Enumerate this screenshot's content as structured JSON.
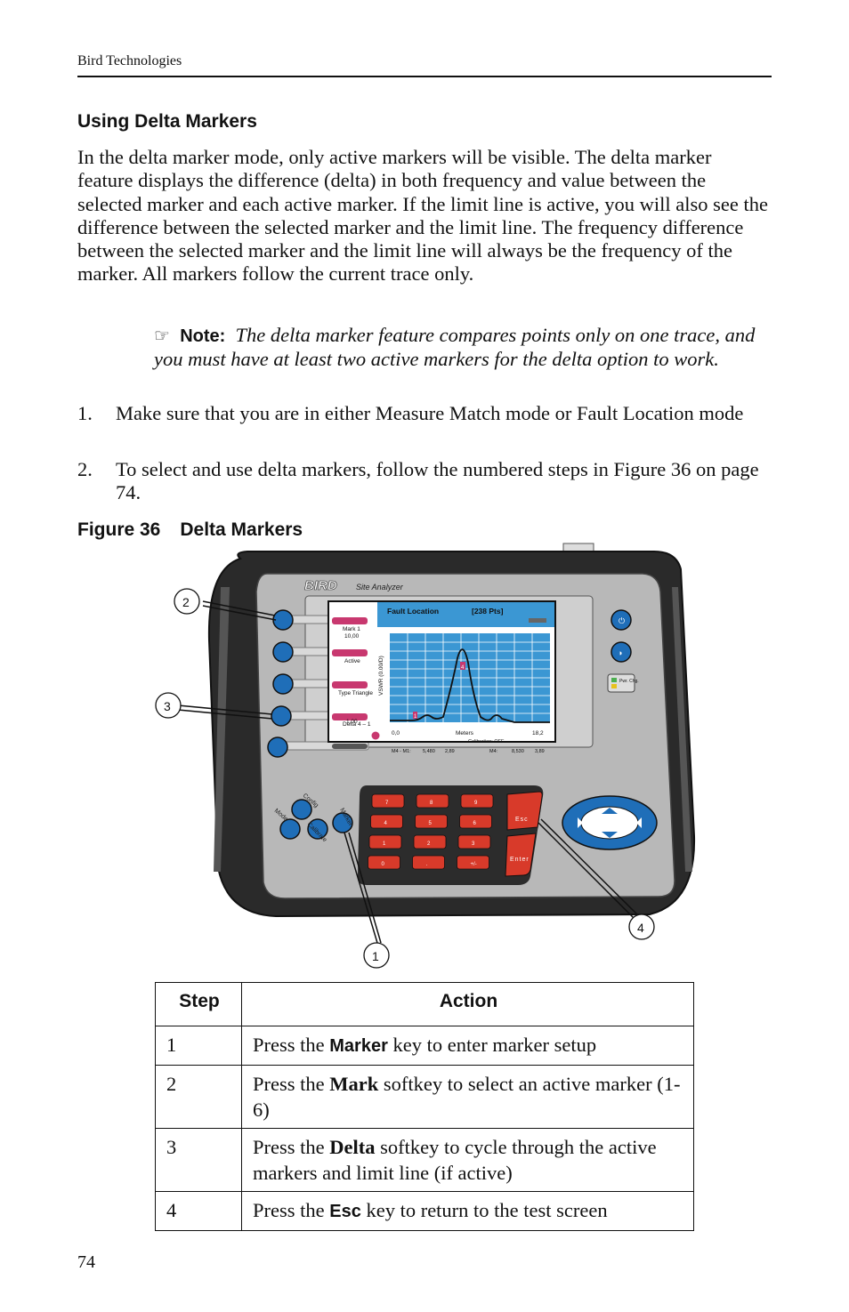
{
  "header": {
    "company": "Bird Technologies"
  },
  "section": {
    "title": "Using Delta Markers"
  },
  "intro": "In the delta marker mode, only active markers will be visible. The delta marker feature displays the difference (delta) in both frequency and value between the selected marker and each active marker. If the limit line is active, you will also see the difference between the selected marker and the limit line. The frequency difference between the selected marker and the limit line will always be the frequency of the marker. All markers follow the current trace only.",
  "note": {
    "icon": "pointing-hand-icon",
    "label": "Note:",
    "text": "The delta marker feature compares points only on one trace, and you must have at least two active markers for the delta option to work."
  },
  "steps_list": [
    {
      "num": "1.",
      "text": "Make sure that you are in either Measure Match mode or Fault Location mode"
    },
    {
      "num": "2.",
      "text": "To select and use delta markers, follow the numbered steps in Figure 36 on page 74."
    }
  ],
  "figure": {
    "number": "Figure 36",
    "title": "Delta Markers",
    "device": {
      "brand": "BIRD",
      "model": "Site Analyzer",
      "screen_title": "Fault Location",
      "points": "[238 Pts]",
      "softkeys": [
        "Mark 1",
        "Active",
        "Type Triangle",
        "Delta 4 – 1",
        ""
      ],
      "y_top": "10,00",
      "y_bottom": "1,00",
      "y_label": "VSWR (0.00/D)",
      "x_left": "0,0",
      "x_label": "Meters",
      "x_right": "18,2",
      "calibration": "Calibration: OFF",
      "readout_left_label": "M4 - M1:",
      "readout_left_v1": "5,480",
      "readout_left_v2": "2,89",
      "readout_right_label": "M4:",
      "readout_right_v1": "8,530",
      "readout_right_v2": "3,89",
      "marker_flags": [
        "1",
        "4"
      ],
      "round_keys": [
        "Config",
        "Mode",
        "Calibrate",
        "Marker"
      ],
      "keypad": [
        "7",
        "8",
        "9",
        "4",
        "5",
        "6",
        "1",
        "2",
        "3",
        "0",
        ".",
        "+/-"
      ],
      "esc_label": "Esc",
      "enter_label": "Enter",
      "pwr_label": "Pwr. Chg."
    },
    "callouts": [
      "1",
      "2",
      "3",
      "4"
    ]
  },
  "table": {
    "headers": [
      "Step",
      "Action"
    ],
    "rows": [
      {
        "step": "1",
        "pre": "Press the ",
        "key": "Marker",
        "post": " key to enter marker setup"
      },
      {
        "step": "2",
        "pre": "Press the ",
        "key": "Mark",
        "post": " softkey to select an active marker (1-6)"
      },
      {
        "step": "3",
        "pre": "Press the ",
        "key": "Delta",
        "post": " softkey to cycle through the active markers and limit line (if active)"
      },
      {
        "step": "4",
        "pre": "Press the ",
        "key": "Esc",
        "post": " key to return to the test screen"
      }
    ]
  },
  "page_number": "74"
}
